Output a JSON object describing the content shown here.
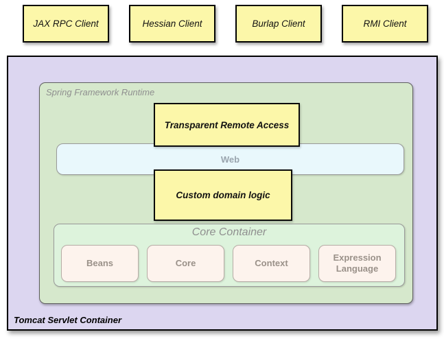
{
  "diagram": {
    "clients": [
      {
        "label": "JAX RPC Client"
      },
      {
        "label": "Hessian Client"
      },
      {
        "label": "Burlap Client"
      },
      {
        "label": "RMI Client"
      }
    ],
    "tomcat_container": {
      "label": "Tomcat Servlet Container"
    },
    "spring_runtime": {
      "label": "Spring Framework Runtime"
    },
    "transparent_remote_access": {
      "label": "Transparent Remote Access"
    },
    "web_layer": {
      "label": "Web"
    },
    "custom_domain_logic": {
      "label": "Custom domain logic"
    },
    "core_container": {
      "title": "Core Container",
      "modules": [
        {
          "label": "Beans"
        },
        {
          "label": "Core"
        },
        {
          "label": "Context"
        },
        {
          "label": "Expression Language"
        }
      ]
    },
    "colors": {
      "client_box_fill": "#fcf7a9",
      "highlight_box_fill": "#fcf7a9",
      "tomcat_fill": "#dcd6f0",
      "runtime_fill": "#d6e8cc",
      "core_container_fill": "#ddf3dc",
      "web_bar_fill": "#e9f8fc",
      "module_fill": "#fdf3ed",
      "box_border_black": "#000000",
      "rounded_border_gray": "#9a9a9a",
      "muted_label_text": "#8f8f8f",
      "module_label_text": "#9a9189"
    }
  }
}
